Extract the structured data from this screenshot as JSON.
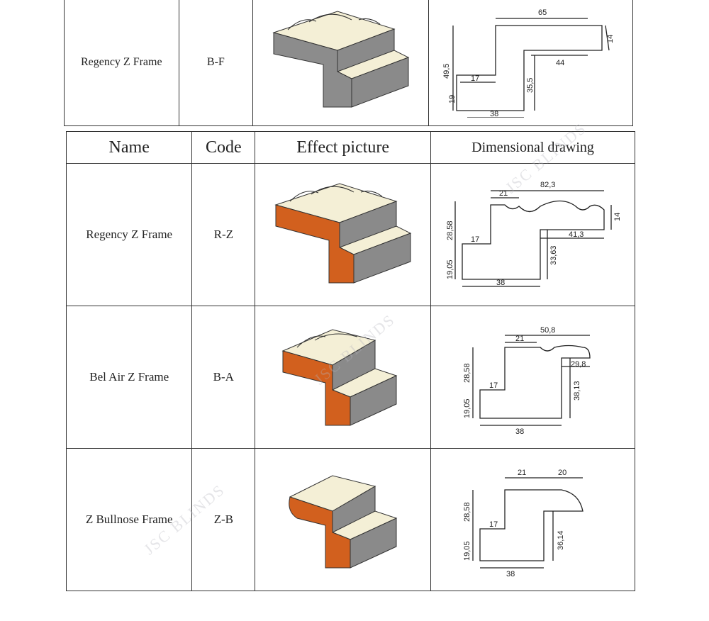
{
  "top_row": {
    "name": "Regency Z Frame",
    "code": "B-F",
    "front_color": "#8c8c8c",
    "dims": {
      "width": "65",
      "lip": "14",
      "rebate": "44",
      "height": "49,5",
      "depth": "35,5",
      "step": "17",
      "base": "19",
      "bottom": "38"
    }
  },
  "headers": {
    "name": "Name",
    "code": "Code",
    "effect": "Effect picture",
    "drawing": "Dimensional drawing"
  },
  "rows": [
    {
      "name": "Regency Z Frame",
      "code": "R-Z",
      "front_color": "#d2601e",
      "dims": {
        "width": "82,3",
        "top": "21",
        "lip": "14",
        "rebate": "41,3",
        "height": "28,58",
        "depth": "33,63",
        "step": "17",
        "base": "19,05",
        "bottom": "38"
      }
    },
    {
      "name": "Bel Air Z Frame",
      "code": "B-A",
      "front_color": "#d2601e",
      "dims": {
        "width": "50,8",
        "top": "21",
        "lip": "29,8",
        "height": "28,58",
        "depth": "38,13",
        "step": "17",
        "base": "19,05",
        "bottom": "38"
      }
    },
    {
      "name": "Z Bullnose Frame",
      "code": "Z-B",
      "front_color": "#d2601e",
      "dims": {
        "top": "21",
        "nose": "20",
        "height": "28,58",
        "depth": "36,14",
        "step": "17",
        "base": "19,05",
        "bottom": "38"
      }
    }
  ],
  "watermark": "JSC BLINDS"
}
